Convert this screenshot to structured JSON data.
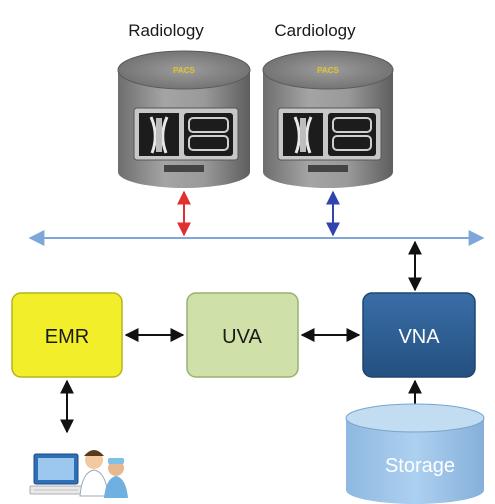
{
  "pacs": [
    {
      "department": "Radiology",
      "label": "PACS"
    },
    {
      "department": "Cardiology",
      "label": "PACS"
    }
  ],
  "systems": {
    "emr": "EMR",
    "uva": "UVA",
    "vna": "VNA",
    "storage": "Storage"
  },
  "colors": {
    "network_line": "#7fa6d8",
    "radiology_link": "#e03030",
    "cardiology_link": "#3044b0",
    "emr_fill": "#f3ee2a",
    "uva_fill": "#cfe0a8",
    "vna_fill": "#2e5f95",
    "storage_fill": "#9fc3e6",
    "pacs_body": "#8a8a8a"
  },
  "icons": {
    "users": "medical-staff-icon",
    "xray": "xray-image-icon",
    "echo": "ultrasound-image-icon"
  }
}
